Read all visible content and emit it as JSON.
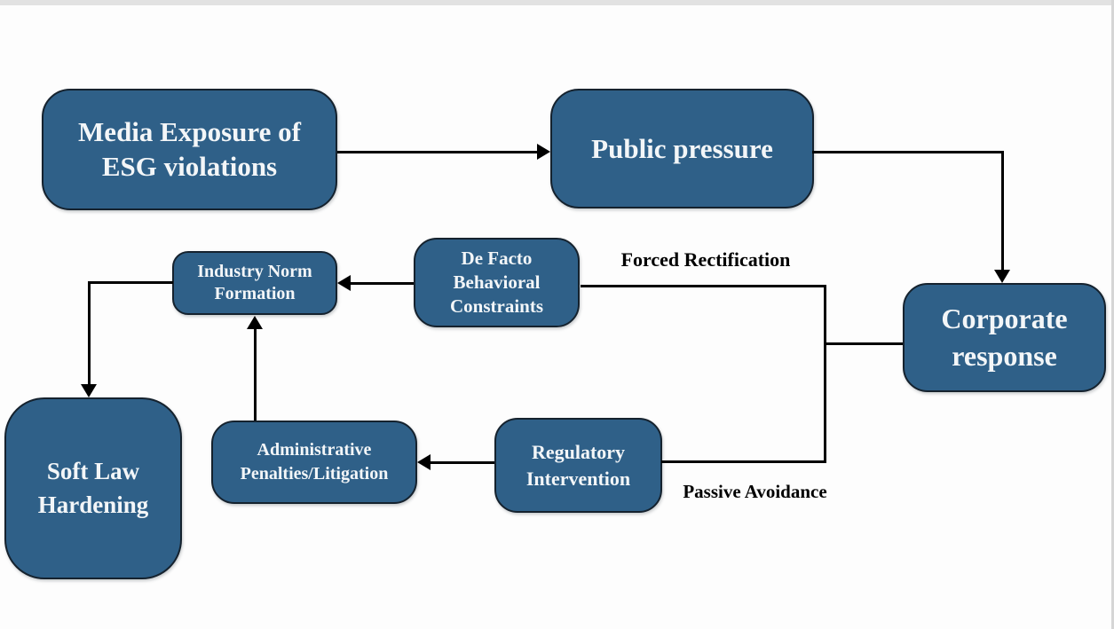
{
  "diagram": {
    "title": "ESG violations media exposure flow diagram",
    "nodes": {
      "media_exposure": {
        "label": "Media Exposure of ESG violations"
      },
      "public_pressure": {
        "label": "Public pressure"
      },
      "corporate_response": {
        "label": "Corporate response"
      },
      "de_facto_constraints": {
        "label": "De Facto Behavioral Constraints"
      },
      "industry_norm": {
        "label": "Industry Norm Formation"
      },
      "admin_penalties": {
        "label": "Administrative Penalties/Litigation"
      },
      "regulatory_intervention": {
        "label": "Regulatory Intervention"
      },
      "soft_law_hardening": {
        "label": "Soft Law Hardening"
      }
    },
    "edge_labels": {
      "forced_rectification": "Forced Rectification",
      "passive_avoidance": "Passive Avoidance"
    },
    "edges": [
      {
        "from": "media_exposure",
        "to": "public_pressure",
        "arrowhead": true
      },
      {
        "from": "public_pressure",
        "to": "corporate_response",
        "arrowhead": true
      },
      {
        "from": "corporate_response",
        "to": "de_facto_constraints",
        "label": "Forced Rectification",
        "arrowhead": false
      },
      {
        "from": "de_facto_constraints",
        "to": "industry_norm",
        "arrowhead": true
      },
      {
        "from": "corporate_response",
        "to": "regulatory_intervention",
        "label": "Passive Avoidance",
        "arrowhead": false
      },
      {
        "from": "regulatory_intervention",
        "to": "admin_penalties",
        "arrowhead": true
      },
      {
        "from": "admin_penalties",
        "to": "industry_norm",
        "arrowhead": true
      },
      {
        "from": "industry_norm",
        "to": "soft_law_hardening",
        "arrowhead": true
      }
    ],
    "colors": {
      "node_fill": "#2f6088",
      "node_border": "#15222e",
      "node_text": "#f3f6f8",
      "line": "#000000",
      "background": "#fdfdfd",
      "frame": "#e2e2e2"
    }
  }
}
